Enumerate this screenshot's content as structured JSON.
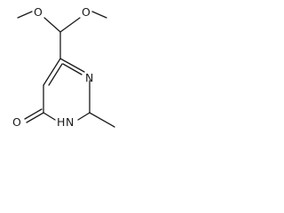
{
  "molecule": {
    "atoms": {
      "o_methoxy_left": "O",
      "o_methoxy_right": "O",
      "n3": "N",
      "n1h_n": "N",
      "n1h_h": "H",
      "o_carbonyl": "O"
    }
  }
}
